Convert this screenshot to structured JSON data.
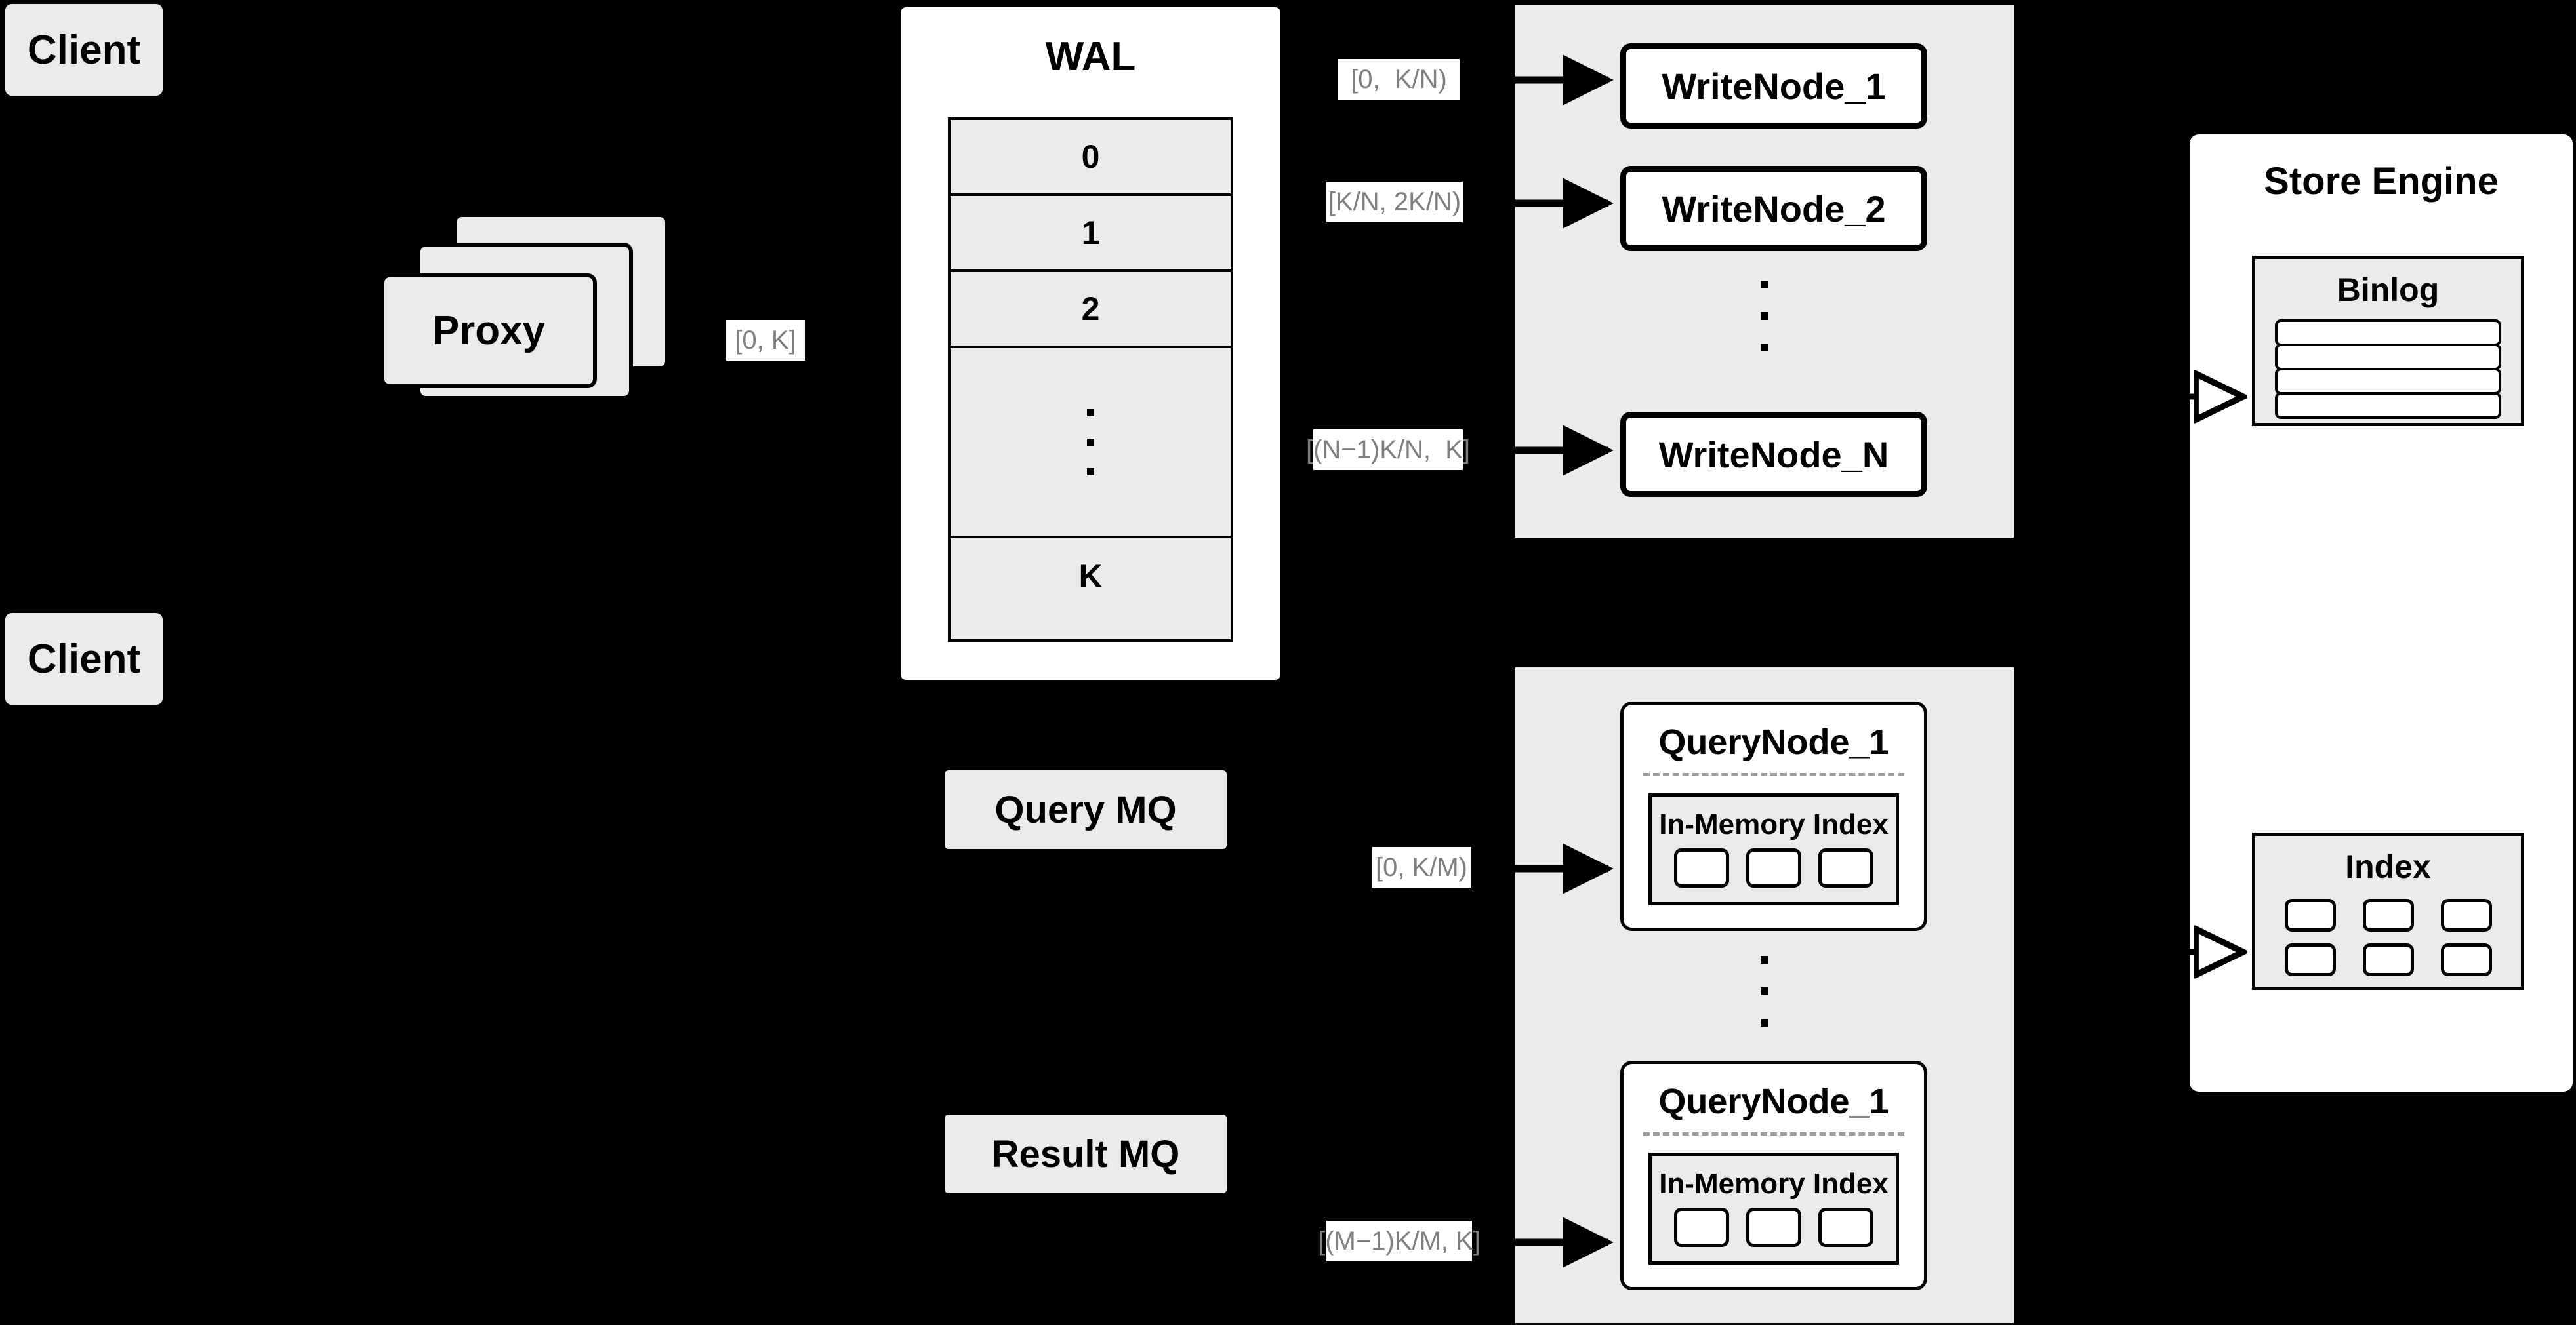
{
  "diagram": {
    "title": "Distributed Write/Query Architecture",
    "background_color": "#000000",
    "node_fill": "#ebebeb",
    "panel_fill": "#ffffff",
    "stroke_color": "#000000",
    "label_text_color": "#7f7f7f"
  },
  "clients": [
    {
      "label": "Client"
    },
    {
      "label": "Client"
    }
  ],
  "proxy": {
    "label": "Proxy",
    "stack_count": 3,
    "range_label": "[0, K]"
  },
  "wal": {
    "title": "WAL",
    "rows": [
      "0",
      "1",
      "2"
    ],
    "ellipsis_dots": 3,
    "last_row": "K"
  },
  "mq": {
    "query": "Query MQ",
    "result": "Result MQ"
  },
  "write_group": {
    "nodes": [
      {
        "label": "WriteNode_1",
        "range_label": "[0,  K/N)"
      },
      {
        "label": "WriteNode_2",
        "range_label": "[K/N, 2K/N)"
      },
      {
        "label": "WriteNode_N",
        "range_label": "[(N−1)K/N,  K]"
      }
    ],
    "ellipsis_dots": 3
  },
  "query_group": {
    "nodes": [
      {
        "label": "QueryNode_1",
        "range_label": "[0, K/M)",
        "index_title": "In-Memory Index",
        "index_chips": 3
      },
      {
        "label": "QueryNode_1",
        "range_label": "[(M−1)K/M, K]",
        "index_title": "In-Memory Index",
        "index_chips": 3
      }
    ],
    "ellipsis_dots": 3
  },
  "store_engine": {
    "title": "Store Engine",
    "binlog": {
      "title": "Binlog",
      "row_count": 4
    },
    "index": {
      "title": "Index",
      "chip_count": 6
    }
  }
}
